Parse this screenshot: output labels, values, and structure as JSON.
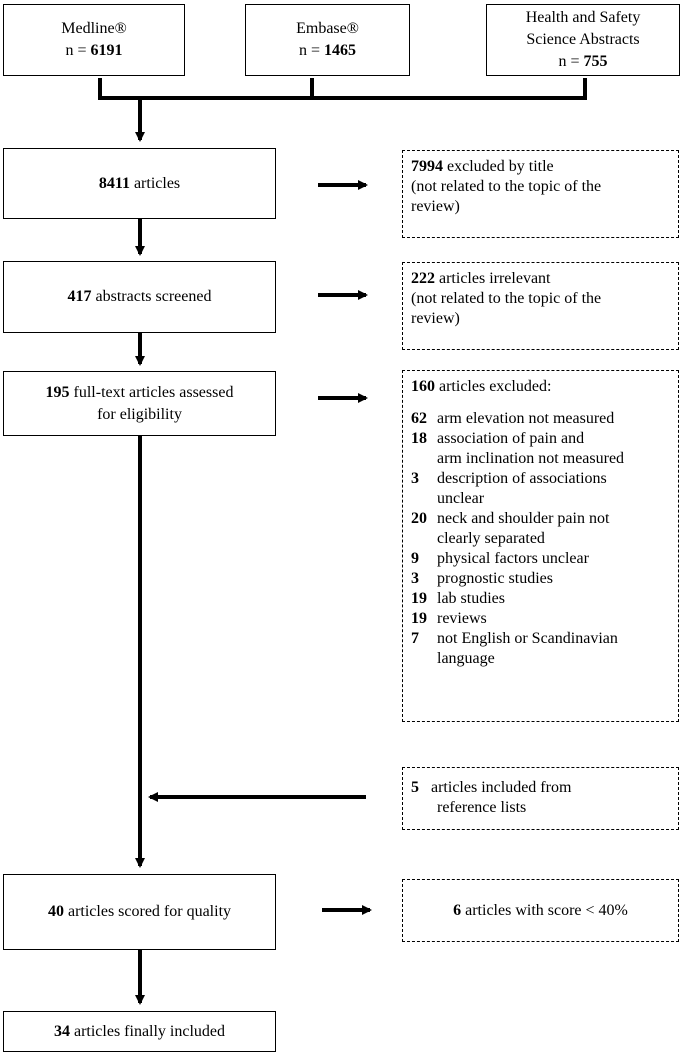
{
  "sources": [
    {
      "name": "Medline®",
      "n_label": "n =",
      "n": "6191"
    },
    {
      "name": "Embase®",
      "n_label": "n =",
      "n": "1465"
    },
    {
      "name_line1": "Health and Safety",
      "name_line2": "Science Abstracts",
      "n_label": "n =",
      "n": "755"
    }
  ],
  "steps": [
    {
      "num": "8411",
      "text": "articles"
    },
    {
      "num": "417",
      "text": "abstracts screened"
    },
    {
      "num": "195",
      "text_line1": "full-text articles assessed",
      "text_line2": "for eligibility"
    },
    {
      "num": "40",
      "text": "articles scored for quality"
    },
    {
      "num": "34",
      "text": "articles finally included"
    }
  ],
  "exclusions": {
    "title": {
      "num": "7994",
      "text": "excluded by title",
      "detail_line1": "(not related to the topic of the",
      "detail_line2": "review)"
    },
    "abstract": {
      "num": "222",
      "text": "articles irrelevant",
      "detail_line1": "(not related to the topic of the",
      "detail_line2": "review)"
    },
    "fulltext": {
      "num": "160",
      "text": "articles excluded:",
      "reasons": [
        {
          "num": "62",
          "lines": [
            "arm elevation not measured"
          ]
        },
        {
          "num": "18",
          "lines": [
            "association of pain and",
            "arm inclination not measured"
          ]
        },
        {
          "num": "3",
          "lines": [
            "description of associations",
            "unclear"
          ]
        },
        {
          "num": "20",
          "lines": [
            "neck and shoulder pain not",
            "clearly separated"
          ]
        },
        {
          "num": "9",
          "lines": [
            "physical factors unclear"
          ]
        },
        {
          "num": "3",
          "lines": [
            "prognostic studies"
          ]
        },
        {
          "num": "19",
          "lines": [
            "lab studies"
          ]
        },
        {
          "num": "19",
          "lines": [
            "reviews"
          ]
        },
        {
          "num": "7",
          "lines": [
            "not English or Scandinavian",
            "language"
          ]
        }
      ]
    },
    "reference": {
      "num": "5",
      "text": "articles included from",
      "text_line2": "reference lists"
    },
    "quality": {
      "num": "6",
      "text": "articles with score < 40%"
    }
  }
}
